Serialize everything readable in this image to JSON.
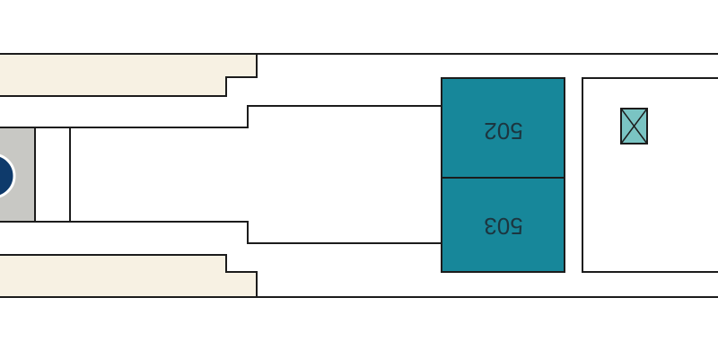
{
  "deck_plan": {
    "cabins": [
      {
        "number": "502",
        "color": "#17879a"
      },
      {
        "number": "503",
        "color": "#17879a"
      }
    ],
    "colors": {
      "background": "#ffffff",
      "outline": "#1c1c1c",
      "cream_area": "#f7f1e3",
      "grey_block": "#c8c8c4",
      "navy_circle": "#0e3a6b",
      "cabin_fill": "#17879a",
      "marker_fill": "#7ac4c3"
    },
    "icons": {
      "circle_marker": "navy-circle-icon",
      "box_marker": "crossed-box-icon"
    },
    "text_orientation": "upside-down"
  }
}
